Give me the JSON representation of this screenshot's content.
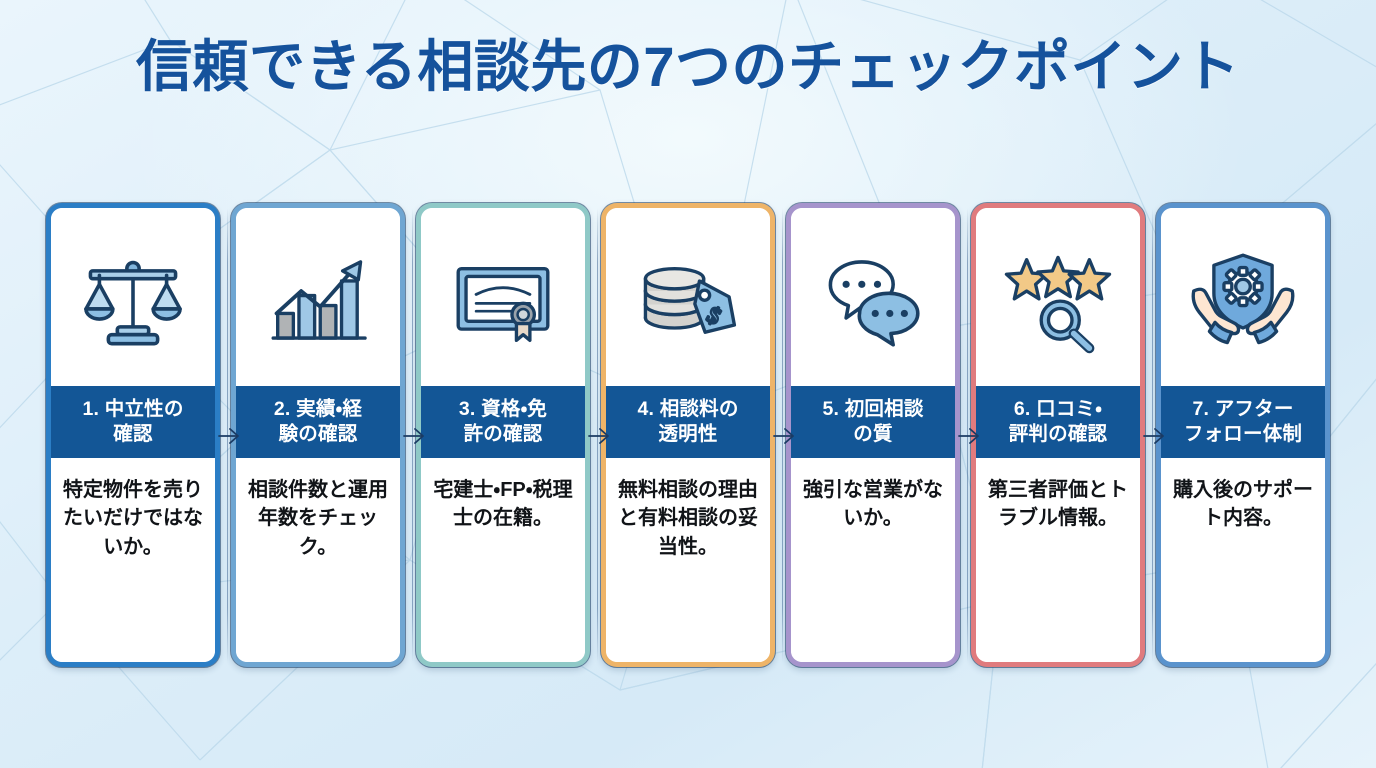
{
  "page": {
    "title": "信頼できる相談先の7つのチェックポイント",
    "background_color": "#e2f0fa",
    "title_color": "#15529c",
    "band_color": "#135696",
    "body_text_color": "#111418",
    "arrow_color": "#1b3b63",
    "arrow_glyph": "chevron-right"
  },
  "cards": [
    {
      "number": "1.",
      "icon": "balance-scale-icon",
      "border_color": "#2b7ec6",
      "heading": "1. 中立性の\n確認",
      "body": "特定物件を売りたいだけではないか。"
    },
    {
      "number": "2.",
      "icon": "growth-bar-chart-icon",
      "border_color": "#6fa6d2",
      "heading": "2. 実績・経\n験の確認",
      "body": "相談件数と運用年数をチェック。"
    },
    {
      "number": "3.",
      "icon": "certificate-icon",
      "border_color": "#8fc9c7",
      "heading": "3. 資格・免\n許の確認",
      "body": "宅建士・FP・税理士の在籍。"
    },
    {
      "number": "4.",
      "icon": "coins-price-tag-icon",
      "border_color": "#eeb468",
      "heading": "4. 相談料の\n透明性",
      "body": "無料相談の理由と有料相談の妥当性。"
    },
    {
      "number": "5.",
      "icon": "speech-bubbles-icon",
      "border_color": "#a694cc",
      "heading": "5. 初回相談\nの質",
      "body": "強引な営業がないか。"
    },
    {
      "number": "6.",
      "icon": "stars-magnifier-icon",
      "border_color": "#e07b7e",
      "heading": "6. 口コミ・\n評判の確認",
      "body": "第三者評価とトラブル情報。"
    },
    {
      "number": "7.",
      "icon": "shield-gear-hands-icon",
      "border_color": "#5a93cd",
      "heading": "7. アフター\nフォロー体制",
      "body": "購入後のサポート内容。"
    }
  ]
}
